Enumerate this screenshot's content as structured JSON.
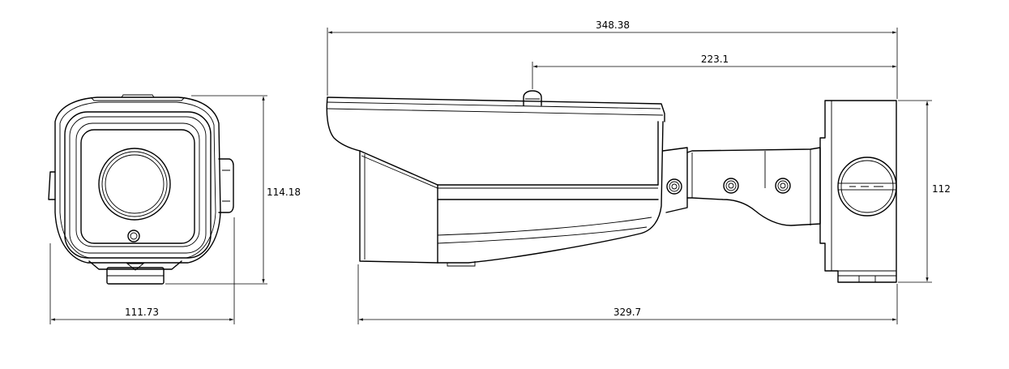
{
  "dimensions": {
    "front_width": "111.73",
    "front_height": "114.18",
    "side_total_length": "348.38",
    "side_top_to_mount": "223.1",
    "side_base_length": "329.7",
    "mount_height": "112"
  },
  "colors": {
    "line": "#000000",
    "background": "#ffffff"
  }
}
